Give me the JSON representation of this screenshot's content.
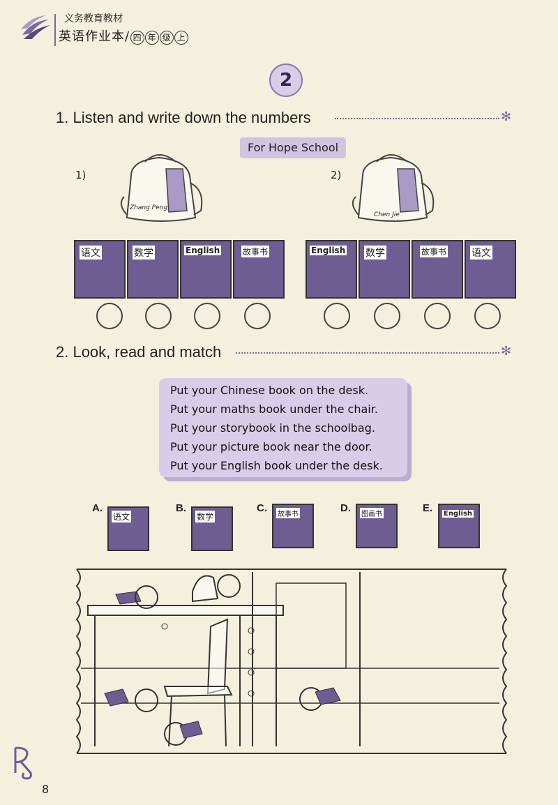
{
  "header": {
    "series": "义务教育教材",
    "book_title": "英语作业本",
    "grade_chars": [
      "四",
      "年",
      "级",
      "上"
    ]
  },
  "unit_number": "2",
  "section1": {
    "title": "1. Listen and write down the numbers",
    "tag": "For Hope School",
    "group1_label": "1)",
    "group2_label": "2)",
    "bag1_name": "Zhang Peng",
    "bag2_name": "Chen Jie",
    "group1_books": [
      "语文",
      "数学",
      "English",
      "故事书"
    ],
    "group2_books": [
      "English",
      "数学",
      "故事书",
      "语文"
    ]
  },
  "section2": {
    "title": "2. Look, read and match",
    "sentences": [
      "Put your Chinese book on the desk.",
      "Put your maths book under the chair.",
      "Put your storybook in the schoolbag.",
      "Put your picture book near the door.",
      "Put your English book under the desk."
    ],
    "options": [
      {
        "letter": "A.",
        "book": "语文"
      },
      {
        "letter": "B.",
        "book": "数学"
      },
      {
        "letter": "C.",
        "book": "故事书"
      },
      {
        "letter": "D.",
        "book": "图画书"
      },
      {
        "letter": "E.",
        "book": "English"
      }
    ]
  },
  "page_number": "8",
  "colors": {
    "accent": "#7a6a9c",
    "tag_bg": "#cfc5e2",
    "book_fill": "#6e5d92",
    "paper": "#f3f0dd"
  }
}
